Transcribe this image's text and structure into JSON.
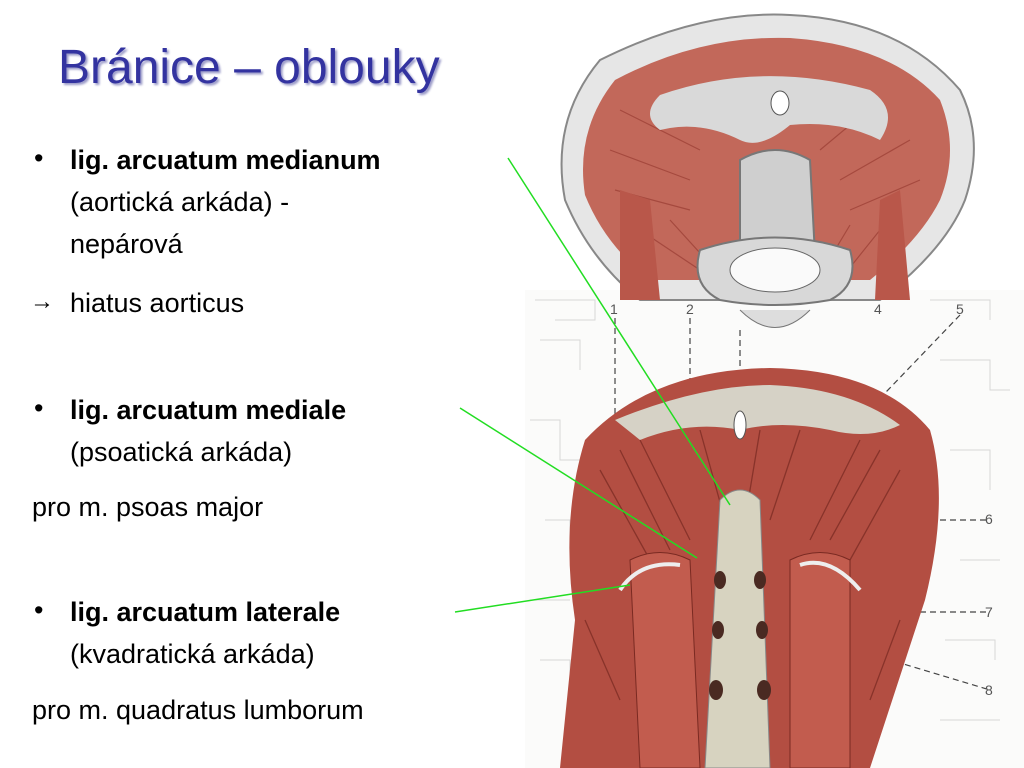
{
  "title": "Bránice – oblouky",
  "items": [
    {
      "bold": "lig. arcuatum medianum",
      "line2": "(aortická arkáda) -",
      "line3": "nepárová"
    },
    {
      "arrow": "→",
      "text": "hiatus aorticus"
    },
    {
      "bold": "lig. arcuatum mediale",
      "line2": "(psoatická arkáda)"
    },
    {
      "text": "pro m. psoas major"
    },
    {
      "bold": "lig. arcuatum laterale",
      "line2": "(kvadratická arkáda)"
    },
    {
      "text": "pro m. quadratus lumborum"
    }
  ],
  "figure_numbers": [
    "1",
    "2",
    "4",
    "5",
    "6",
    "7",
    "8"
  ],
  "pointer_color": "#22dd22"
}
